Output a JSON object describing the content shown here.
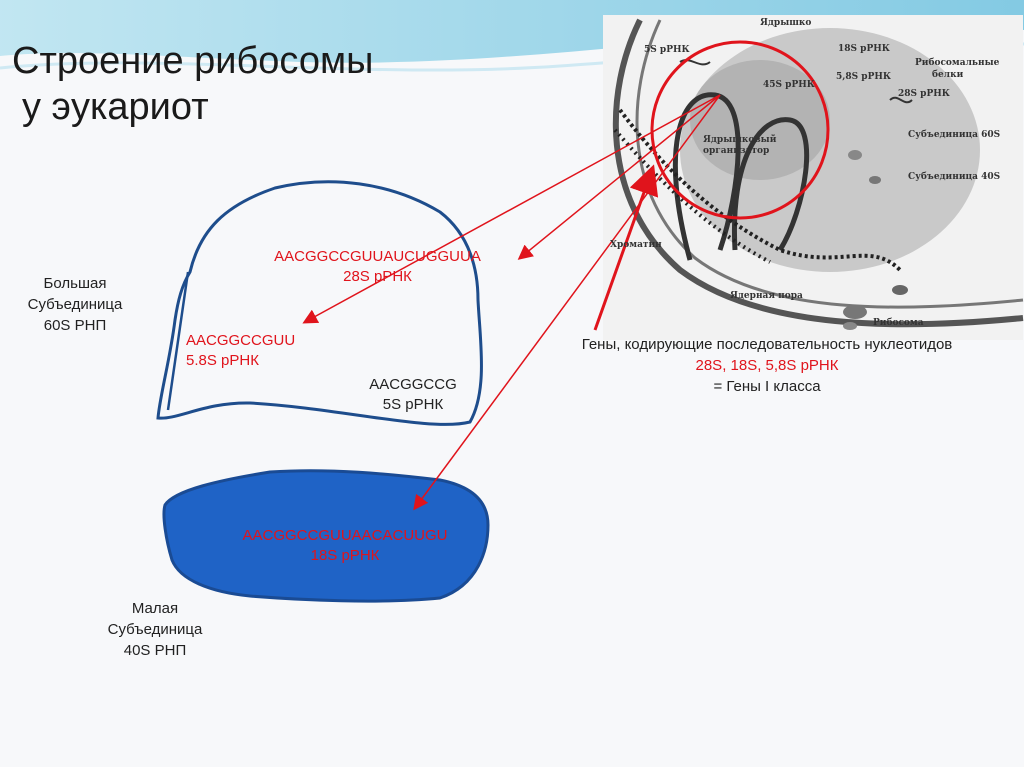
{
  "title": {
    "line1": "Строение рибосомы",
    "line2": "у эукариот"
  },
  "large_subunit": {
    "line1": "Большая",
    "line2": "Субъединица",
    "line3": "60S РНП"
  },
  "small_subunit": {
    "line1": "Малая",
    "line2": "Субъединица",
    "line3": "40S РНП"
  },
  "rrna_28s": {
    "sequence": "AACGGCCGUUAUCUGGUUA",
    "name": "28S рРНК"
  },
  "rrna_58s": {
    "sequence": "AACGGCCGUU",
    "name": "5.8S рРНК"
  },
  "rrna_5s": {
    "sequence": "AACGGCCG",
    "name": "5S рРНК"
  },
  "rrna_18s": {
    "sequence": "AACGGCCGUUAACACUUGU",
    "name": "18S рРНК"
  },
  "genes_note": {
    "line1": "Гены, кодирующие последовательность нуклеотидов",
    "line2": "28S, 18S, 5,8S рРНК",
    "line3": "= Гены I класса"
  },
  "micrograph_labels": {
    "nucleolus": "Ядрышко",
    "r5s": "5S рРНК",
    "r18s": "18S рРНК",
    "ribo_proteins_1": "Рибосомальные",
    "ribo_proteins_2": "белки",
    "r58s": "5,8S рРНК",
    "r45s": "45S рРНК",
    "r28s": "28S рРНК",
    "organizer_1": "Ядрышковый",
    "organizer_2": "организатор",
    "sub60": "Субъединица 60S",
    "sub40": "Субъединица 40S",
    "chromatin": "Хроматин",
    "pore": "Ядерная пора",
    "ribosome": "Рибосома"
  },
  "colors": {
    "accent_red": "#e0141c",
    "subunit_outline": "#1e4d8c",
    "small_subunit_fill": "#1f63c6",
    "header_wave": "#8fd0e8"
  }
}
